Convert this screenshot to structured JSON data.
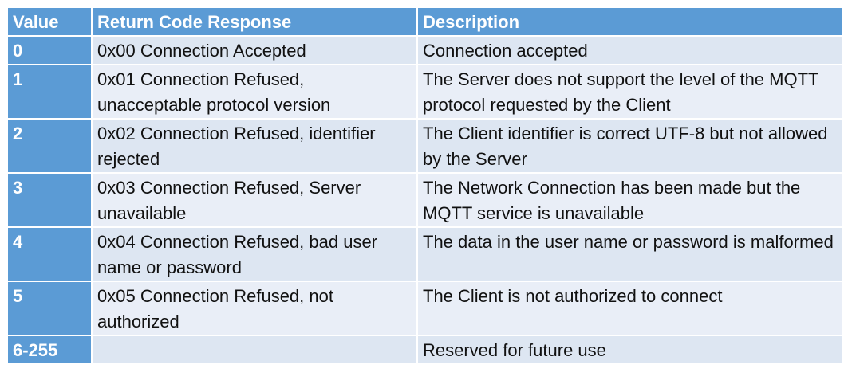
{
  "table": {
    "headers": [
      "Value",
      "Return Code Response",
      "Description"
    ],
    "rows": [
      {
        "value": "0",
        "response": "0x00 Connection Accepted",
        "description": "Connection accepted"
      },
      {
        "value": "1",
        "response": "0x01 Connection Refused, unacceptable protocol version",
        "description": "The Server does not support the level of the MQTT protocol requested by the Client"
      },
      {
        "value": "2",
        "response": "0x02 Connection Refused, identifier rejected",
        "description": "The Client identifier is correct UTF-8 but not allowed by the Server"
      },
      {
        "value": "3",
        "response": "0x03 Connection Refused, Server unavailable",
        "description": "The Network Connection has been made but the MQTT service is unavailable"
      },
      {
        "value": "4",
        "response": "0x04 Connection Refused, bad user name or password",
        "description": "The data in the user name or password is malformed"
      },
      {
        "value": "5",
        "response": "0x05 Connection Refused, not authorized",
        "description": "The Client is not authorized to connect"
      },
      {
        "value": "6-255",
        "response": "",
        "description": "Reserved for future use"
      }
    ]
  },
  "colors": {
    "header_bg": "#5b9bd5",
    "row_odd_bg": "#dde6f2",
    "row_even_bg": "#e9eef7",
    "header_text": "#ffffff"
  }
}
